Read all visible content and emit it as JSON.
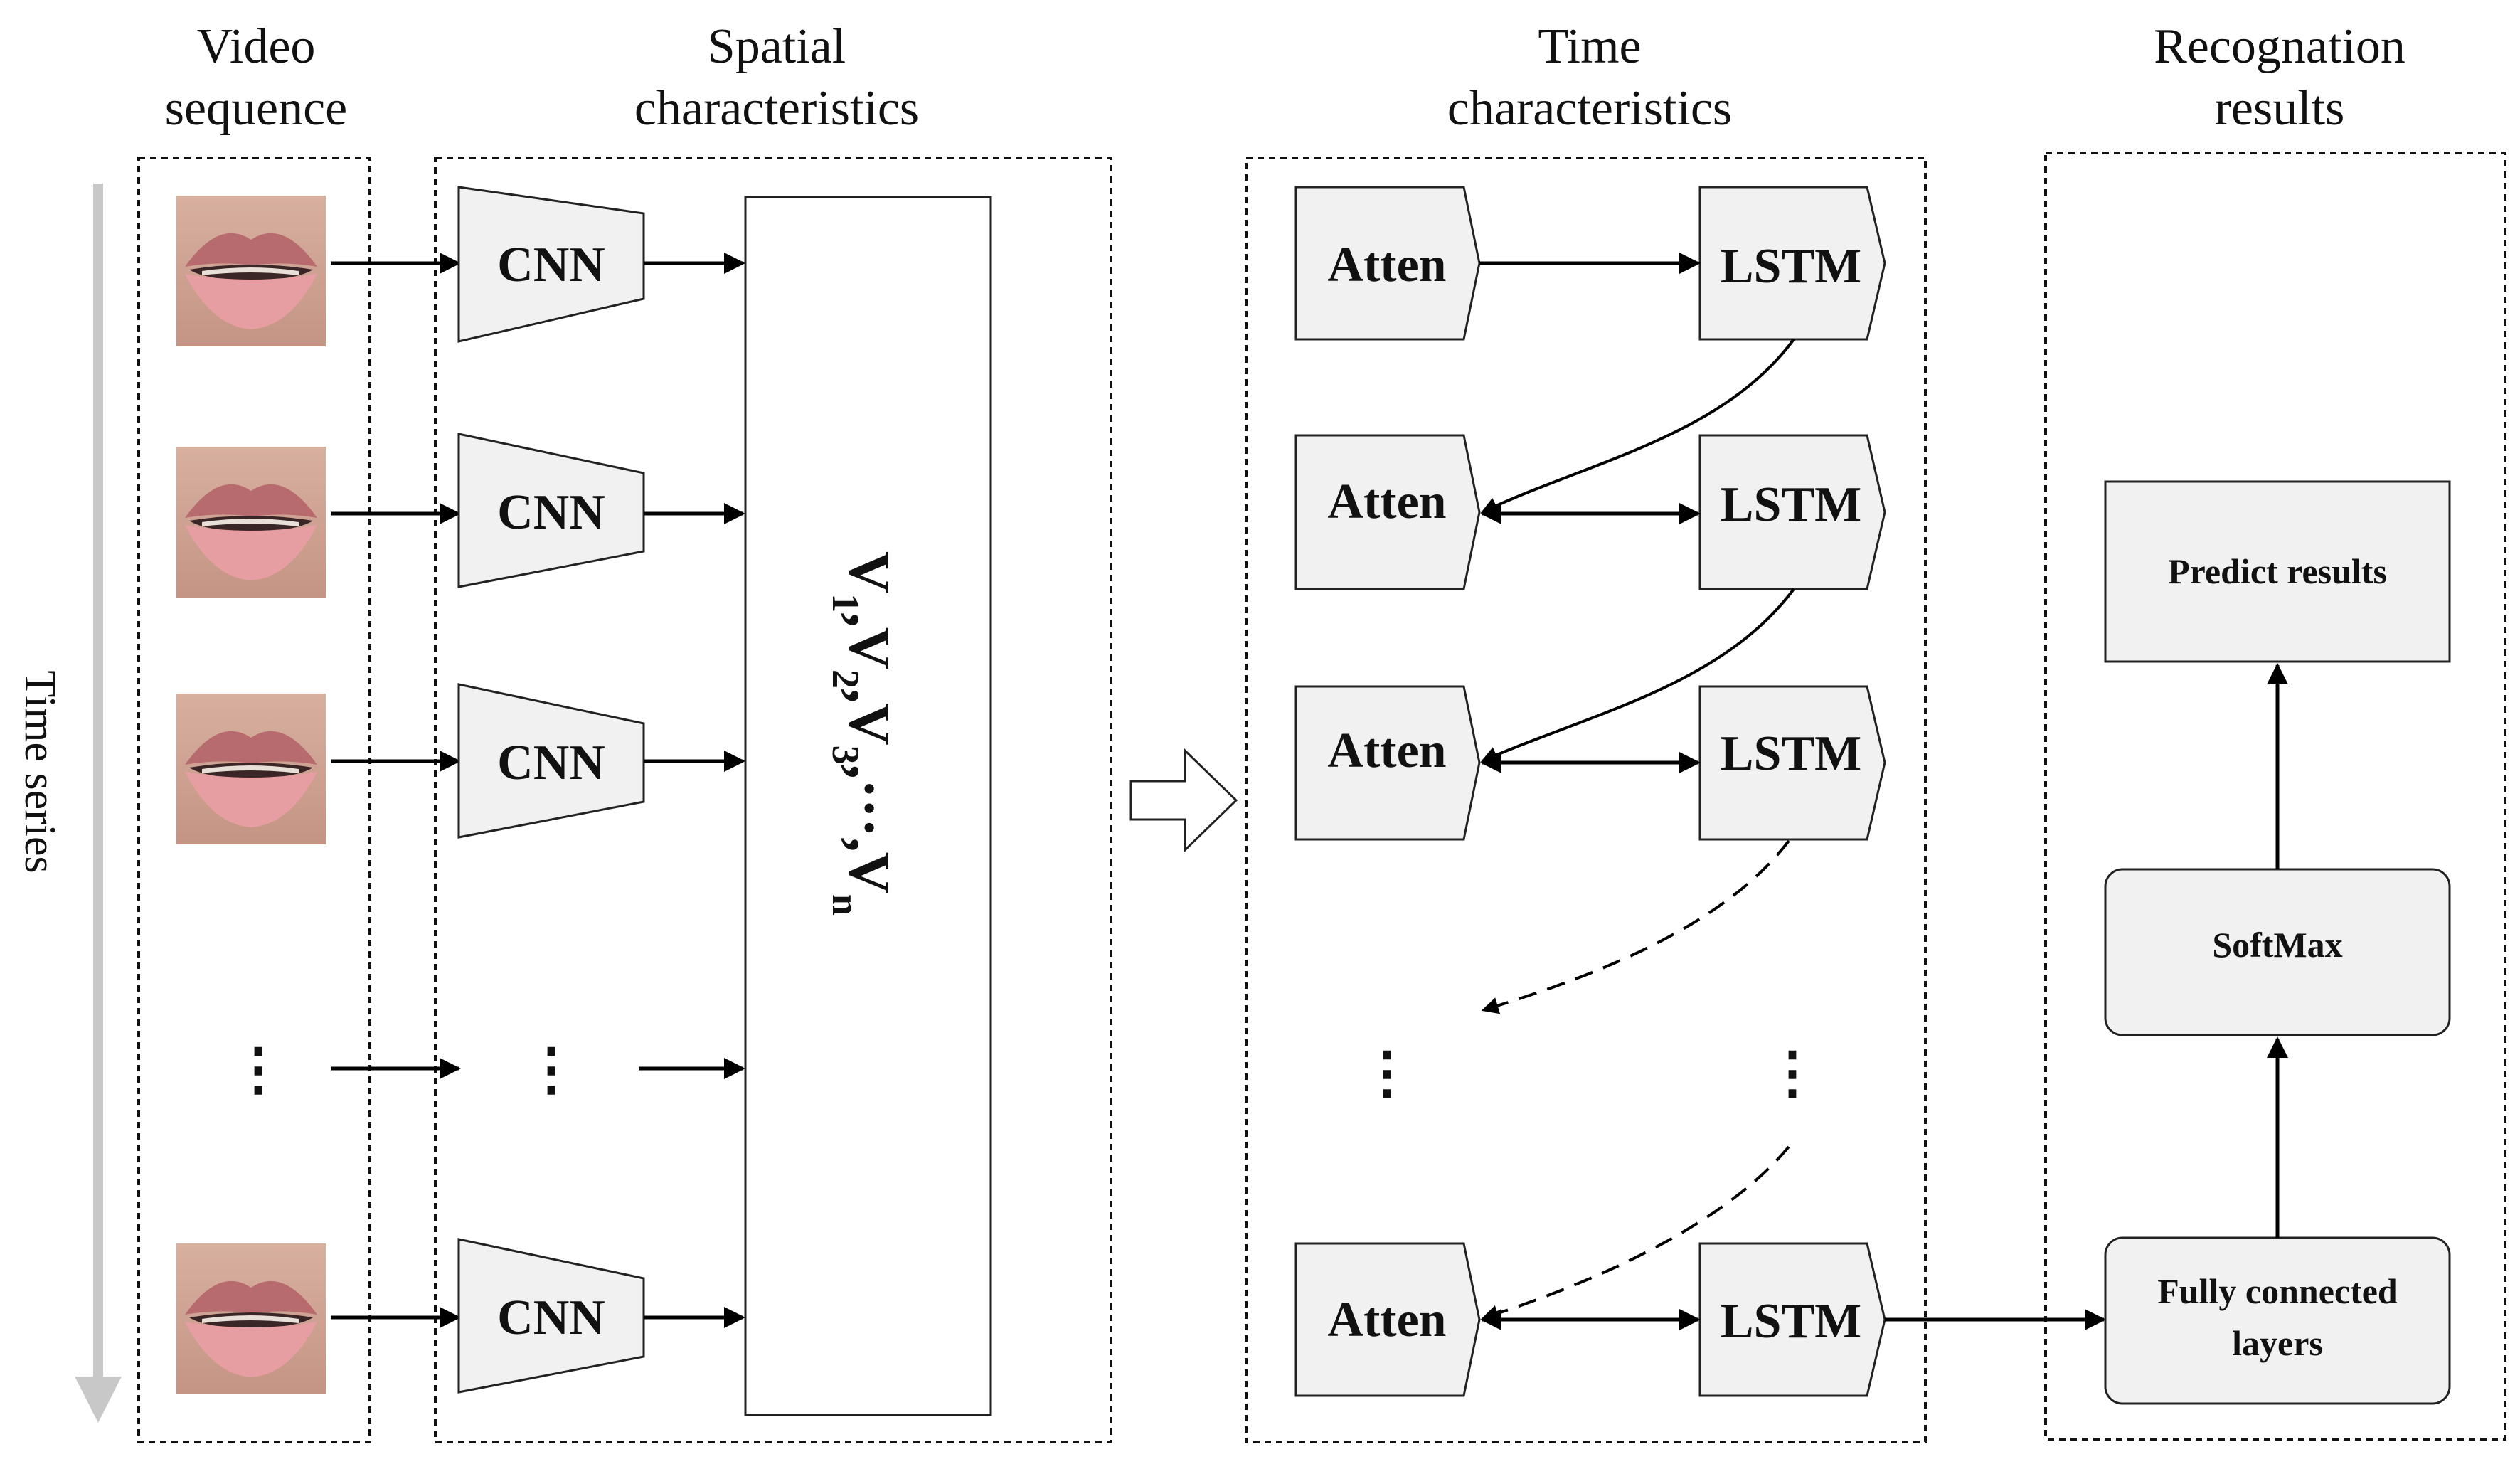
{
  "sections": {
    "video_sequence": {
      "line1": "Video",
      "line2": "sequence"
    },
    "spatial": {
      "line1": "Spatial",
      "line2": "characteristics"
    },
    "time": {
      "line1": "Time",
      "line2": "characteristics"
    },
    "recognition": {
      "line1": "Recognation",
      "line2": "results"
    }
  },
  "time_axis_label": "Time series",
  "cnn_label": "CNN",
  "vector": {
    "text": "V",
    "subs": [
      "1",
      "2",
      "3",
      "n"
    ],
    "comma": ",",
    "ellipsis": "···"
  },
  "atten_label": "Atten",
  "lstm_label": "LSTM",
  "ellipsis": "⋮",
  "results": {
    "predict": "Predict results",
    "softmax": "SoftMax",
    "fc_line1": "Fully connected",
    "fc_line2": "layers"
  },
  "colors": {
    "panel_fill": "#f1f1f1",
    "time_axis": "#c8c8c8",
    "lip": "#d9838a",
    "skin": "#c9a090"
  }
}
